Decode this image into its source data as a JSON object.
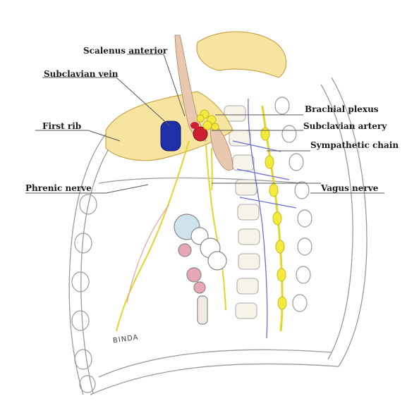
{
  "labels": {
    "scalenus_anterior": "Scalenus anterior",
    "subclavian_vein": "Subclavian vein",
    "first_rib": "First rib",
    "phrenic_nerve": "Phrenic nerve",
    "brachial_plexus": "Brachial plexus",
    "subclavian_artery": "Subclavian artery",
    "sympathetic_chain": "Sympathetic chain",
    "vagus_nerve": "Vagus nerve"
  },
  "signature": "BINDA",
  "colors": {
    "bone": "#f6e4a0",
    "bone_outline": "#c9a64a",
    "vein": "#1f2fa8",
    "artery": "#cc1f2f",
    "nerve": "#f4ea3c",
    "nerve_outline": "#c7b820",
    "muscle": "#e8c9b0",
    "vessel_line": "#6a6fd6",
    "rib_line": "#9a9a9a",
    "pleura_red": "#e9a0a0",
    "leader_line": "#555555"
  }
}
